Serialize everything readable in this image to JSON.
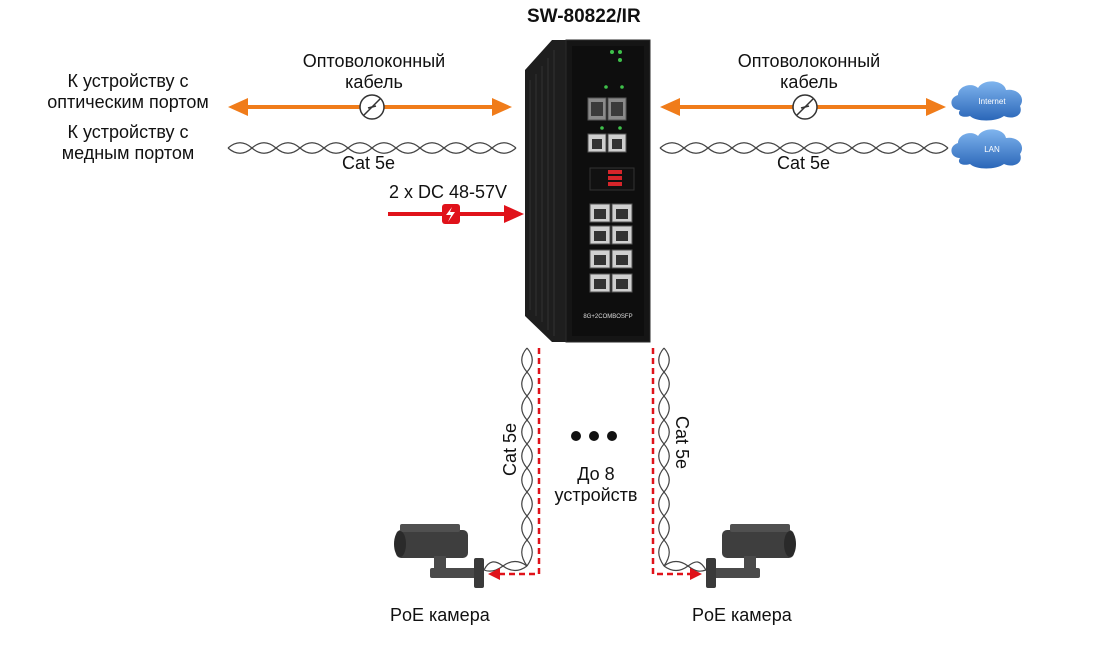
{
  "title": "SW-80822/IR",
  "left": {
    "optical_device": [
      "К устройству с",
      "оптическим портом"
    ],
    "copper_device": [
      "К устройству с",
      "медным портом"
    ],
    "fiber_cable": [
      "Оптоволоконный",
      "кабель"
    ],
    "cat_label": "Cat 5e",
    "power_label": "2 x DC 48-57V"
  },
  "right": {
    "fiber_cable": [
      "Оптоволоконный",
      "кабель"
    ],
    "cat_label": "Cat 5e",
    "internet_cloud": "Internet",
    "lan_cloud": "LAN"
  },
  "bottom": {
    "cat_left": "Cat 5e",
    "cat_right": "Cat 5e",
    "count_text": [
      "До 8",
      "устройств"
    ],
    "camera_left": "PoE камера",
    "camera_right": "PoE камера"
  },
  "device_label": "8G+2COMBOSFP",
  "colors": {
    "fiber": "#f07c1a",
    "power": "#e0121a",
    "poe_dash": "#e0121a",
    "cloud": "#3b7fcc"
  }
}
